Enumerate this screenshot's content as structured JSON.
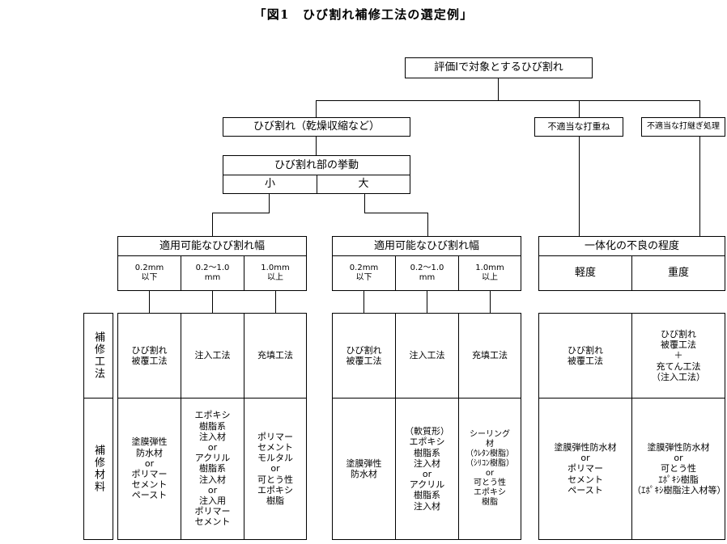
{
  "title": "「図1　ひび割れ補修工法の選定例」",
  "nodes": {
    "root": "評価Ⅰで対象とするひび割れ",
    "crack_cause": "ひび割れ（乾燥収縮など）",
    "improper_overlay": "不適当な打重ね",
    "improper_joint": "不適当な打継ぎ処理",
    "behavior_header": "ひび割れ部の挙動",
    "behavior_small": "小",
    "behavior_large": "大",
    "width_header": "適用可能なひび割れ幅",
    "width_cols": [
      "0.2mm\n以下",
      "0.2〜1.0\nmm",
      "1.0mm\n以上"
    ],
    "integration_header": "一体化の不良の程度",
    "integration_cols": [
      "軽度",
      "重度"
    ]
  },
  "row_labels": {
    "method": "補修工法",
    "material": "補修材料"
  },
  "methods": {
    "left": [
      "ひび割れ\n被覆工法",
      "注入工法",
      "充填工法"
    ],
    "mid": [
      "ひび割れ\n被覆工法",
      "注入工法",
      "充填工法"
    ],
    "right": [
      "ひび割れ\n被覆工法",
      "ひび割れ\n被覆工法\n＋\n充てん工法\n（注入工法）"
    ]
  },
  "materials": {
    "left": [
      "塗膜弾性\n防水材\nor\nポリマー\nセメント\nペースト",
      "エポキシ\n樹脂系\n注入材\nor\nアクリル\n樹脂系\n注入材\nor\n注入用\nポリマー\nセメント",
      "ポリマー\nセメント\nモルタル\nor\n可とう性\nエポキシ\n樹脂"
    ],
    "mid": [
      "塗膜弾性\n防水材",
      "（軟質形）\nエポキシ\n樹脂系\n注入材\nor\nアクリル\n樹脂系\n注入材",
      "シーリング\n材\n（ｳﾚﾀﾝ樹脂）\n（ｼﾘｺﾝ樹脂）\nor\n可とう性\nエポキシ\n樹脂"
    ],
    "right": [
      "塗膜弾性防水材\nor\nポリマー\nセメント\nペースト",
      "塗膜弾性防水材\nor\n可とう性\nｴﾎﾟｷｼ樹脂\n（ｴﾎﾟｷｼ樹脂注入材等）"
    ]
  },
  "colors": {
    "line": "#000000",
    "background": "#ffffff",
    "text": "#000000"
  }
}
